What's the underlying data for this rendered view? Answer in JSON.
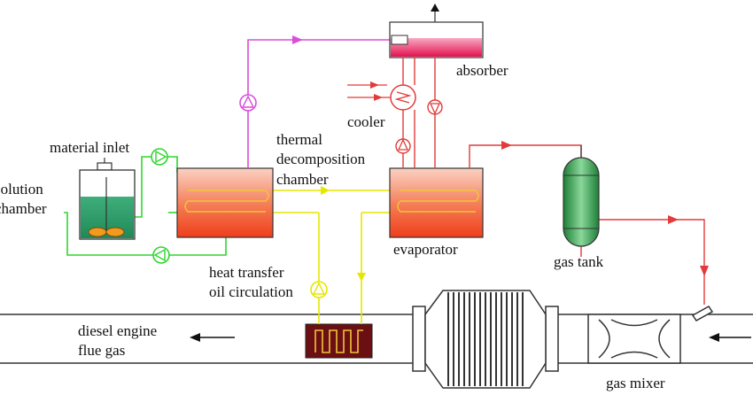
{
  "labels": {
    "material_inlet": "material inlet",
    "solution_chamber_1": "solution",
    "solution_chamber_2": "chamber",
    "thermal_1": "thermal",
    "thermal_2": "decomposition",
    "thermal_3": "chamber",
    "absorber": "absorber",
    "cooler": "cooler",
    "evaporator": "evaporator",
    "gas_tank": "gas tank",
    "heat_transfer_1": "heat transfer",
    "heat_transfer_2": "oil circulation",
    "flue_gas_1": "diesel engine",
    "flue_gas_2": "flue gas",
    "gas_mixer": "gas mixer"
  },
  "colors": {
    "green_line": "#2fd62f",
    "magenta_line": "#d94fd9",
    "yellow_line": "#e6e600",
    "red_line": "#e23b3b",
    "pipe_line": "#333333",
    "heater_fill": "#f2552c",
    "absorber_fill": "#e8145a",
    "gas_tank_fill": "#2e9e4a",
    "solution_fill": "#2e9e6e",
    "oil_heater_fill": "#6b0f12"
  }
}
